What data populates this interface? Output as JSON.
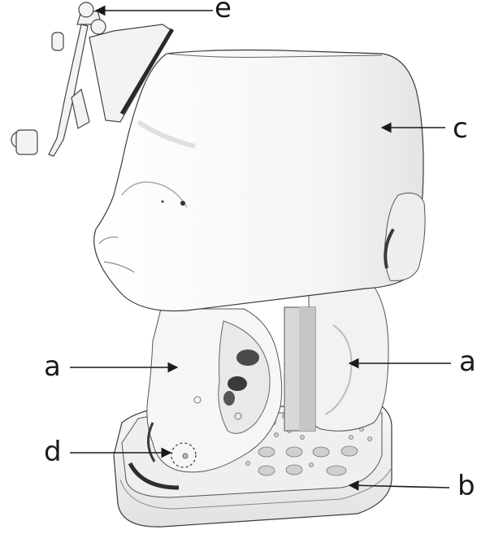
{
  "figure": {
    "labels": {
      "e": "e",
      "c": "c",
      "a_left": "a",
      "a_right": "a",
      "d": "d",
      "b": "b"
    },
    "colors": {
      "model": "#f4f4f4",
      "shade": "#d9d9d9",
      "dark": "#3a3a3a",
      "line": "#1a1a1a"
    }
  }
}
